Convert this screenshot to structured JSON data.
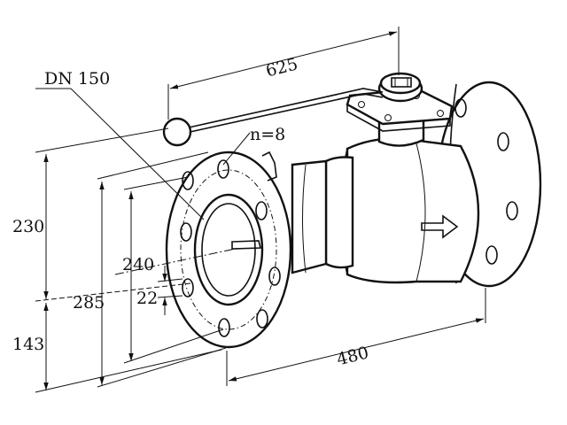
{
  "diagram": {
    "nominal_size": "DN 150",
    "bolt_count": "n=8",
    "dimensions": {
      "face_to_face": "625",
      "length": "480",
      "height_upper": "230",
      "height_lower": "143",
      "flange_outer": "285",
      "bolt_circle": "240",
      "bolt_hole": "22"
    }
  },
  "colors": {
    "line": "#111111",
    "background": "#ffffff"
  }
}
